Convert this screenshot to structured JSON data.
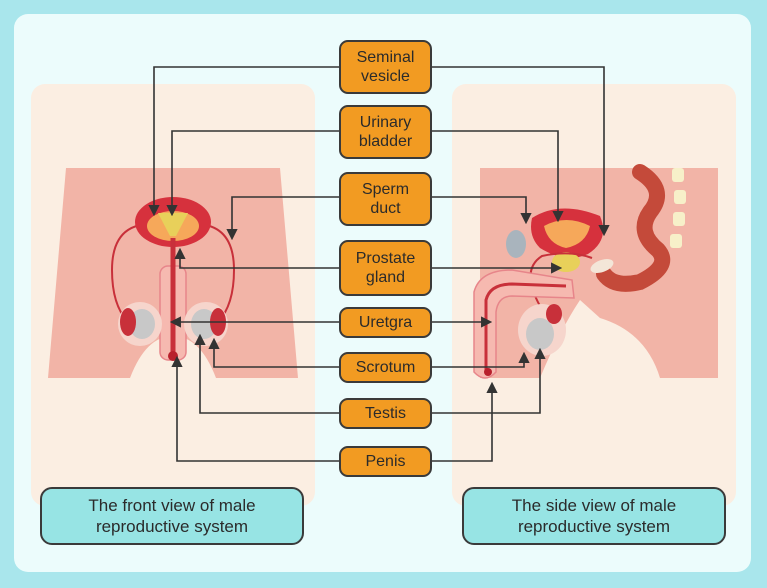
{
  "labels": {
    "seminal_vesicle": "Seminal vesicle",
    "urinary_bladder": "Urinary bladder",
    "sperm_duct": "Sperm duct",
    "prostate_gland": "Prostate gland",
    "urethra": "Uretgra",
    "scrotum": "Scrotum",
    "testis": "Testis",
    "penis": "Penis"
  },
  "captions": {
    "front": "The front view of male reproductive system",
    "side": "The side view of male reproductive system"
  },
  "colors": {
    "frame": "#a9e6ec",
    "inner": "#ecfcfc",
    "label_fill": "#f29b22",
    "caption_fill": "#97e4e4",
    "skin_light": "#fbeee2",
    "skin": "#f2b4a7",
    "organ_red": "#c8303a"
  }
}
